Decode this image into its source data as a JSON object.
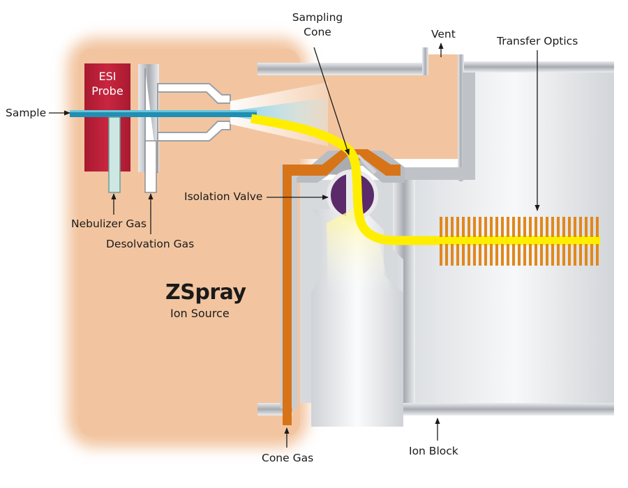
{
  "labels": {
    "sample": "Sample",
    "esi_probe_line1": "ESI",
    "esi_probe_line2": "Probe",
    "sampling_cone_line1": "Sampling",
    "sampling_cone_line2": "Cone",
    "vent": "Vent",
    "transfer_optics": "Transfer Optics",
    "isolation_valve": "Isolation Valve",
    "nebulizer_gas": "Nebulizer Gas",
    "desolvation_gas": "Desolvation Gas",
    "zspray_title": "ZSpray",
    "zspray_subtitle": "Ion Source",
    "cone_gas": "Cone Gas",
    "ion_block": "Ion Block"
  },
  "colors": {
    "source_region": "#f2c5a0",
    "probe": "#c0223a",
    "sample_line": "#1f8fb4",
    "cone_gas_channel": "#d87418",
    "ion_beam": "#ffee00",
    "valve": "#5a2a6a",
    "transfer_optics": "#e0881c",
    "housing": "#c9ccd0"
  }
}
